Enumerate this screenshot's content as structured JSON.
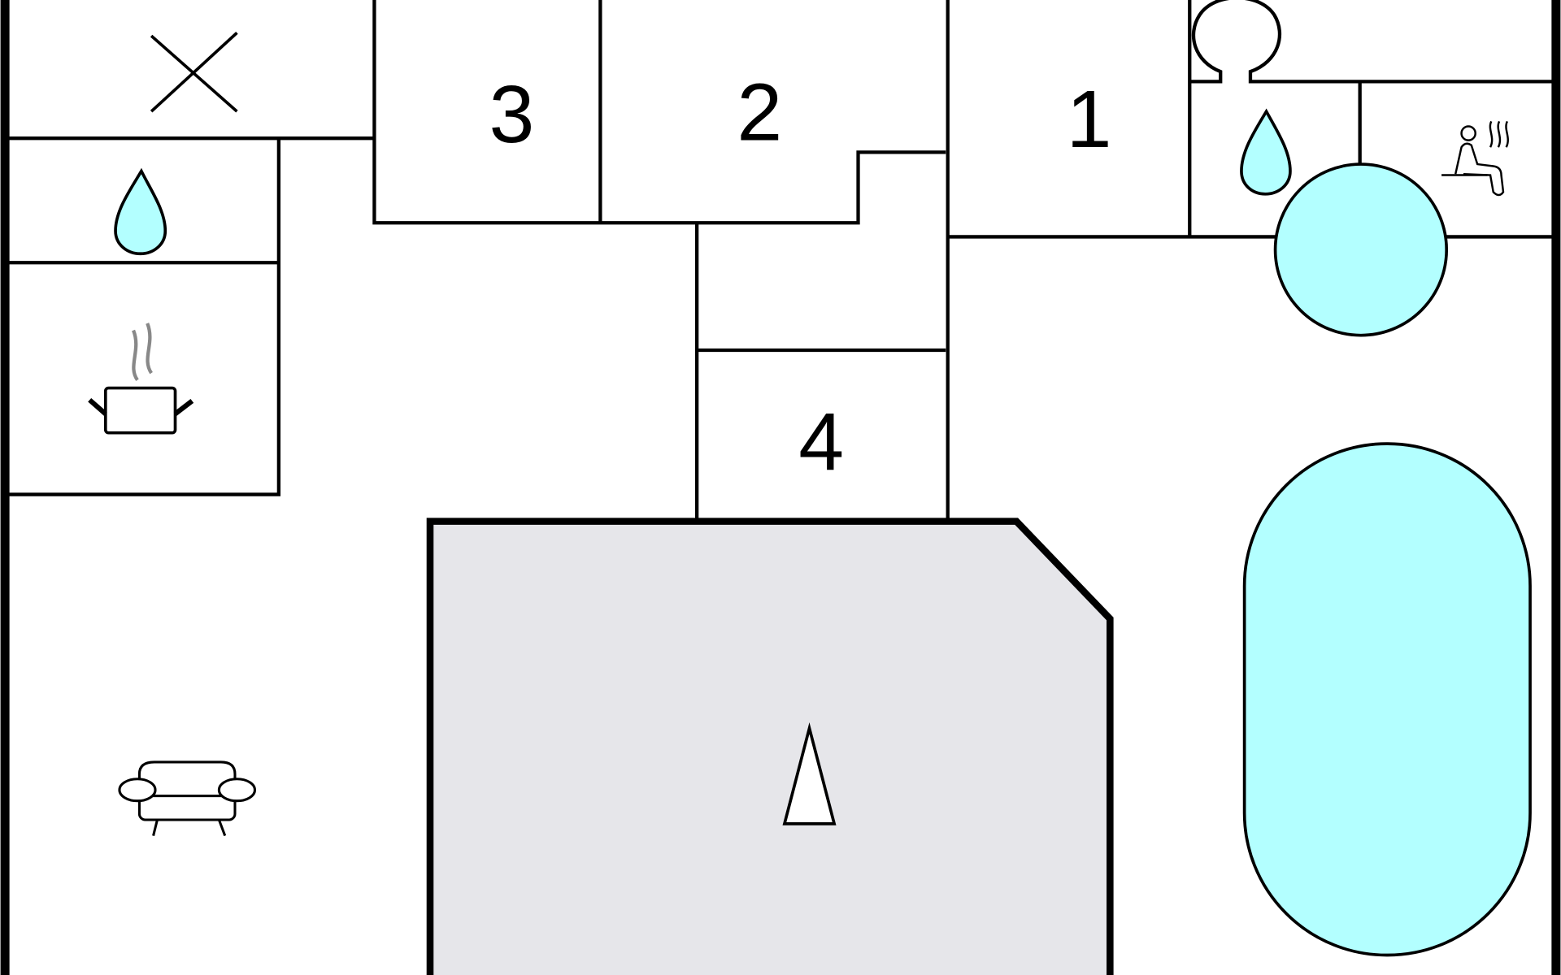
{
  "floorplan": {
    "rooms": [
      {
        "label": "1"
      },
      {
        "label": "2"
      },
      {
        "label": "3"
      },
      {
        "label": "4"
      }
    ],
    "colors": {
      "water": "#b3ffff",
      "terrace": "#e6e6ea",
      "wall": "#000000"
    },
    "icons": [
      "cross-icon",
      "water-drop-icon",
      "cooking-pot-icon",
      "sofa-icon",
      "shower-icon",
      "sauna-icon",
      "hot-tub",
      "pool",
      "north-arrow-icon"
    ]
  }
}
